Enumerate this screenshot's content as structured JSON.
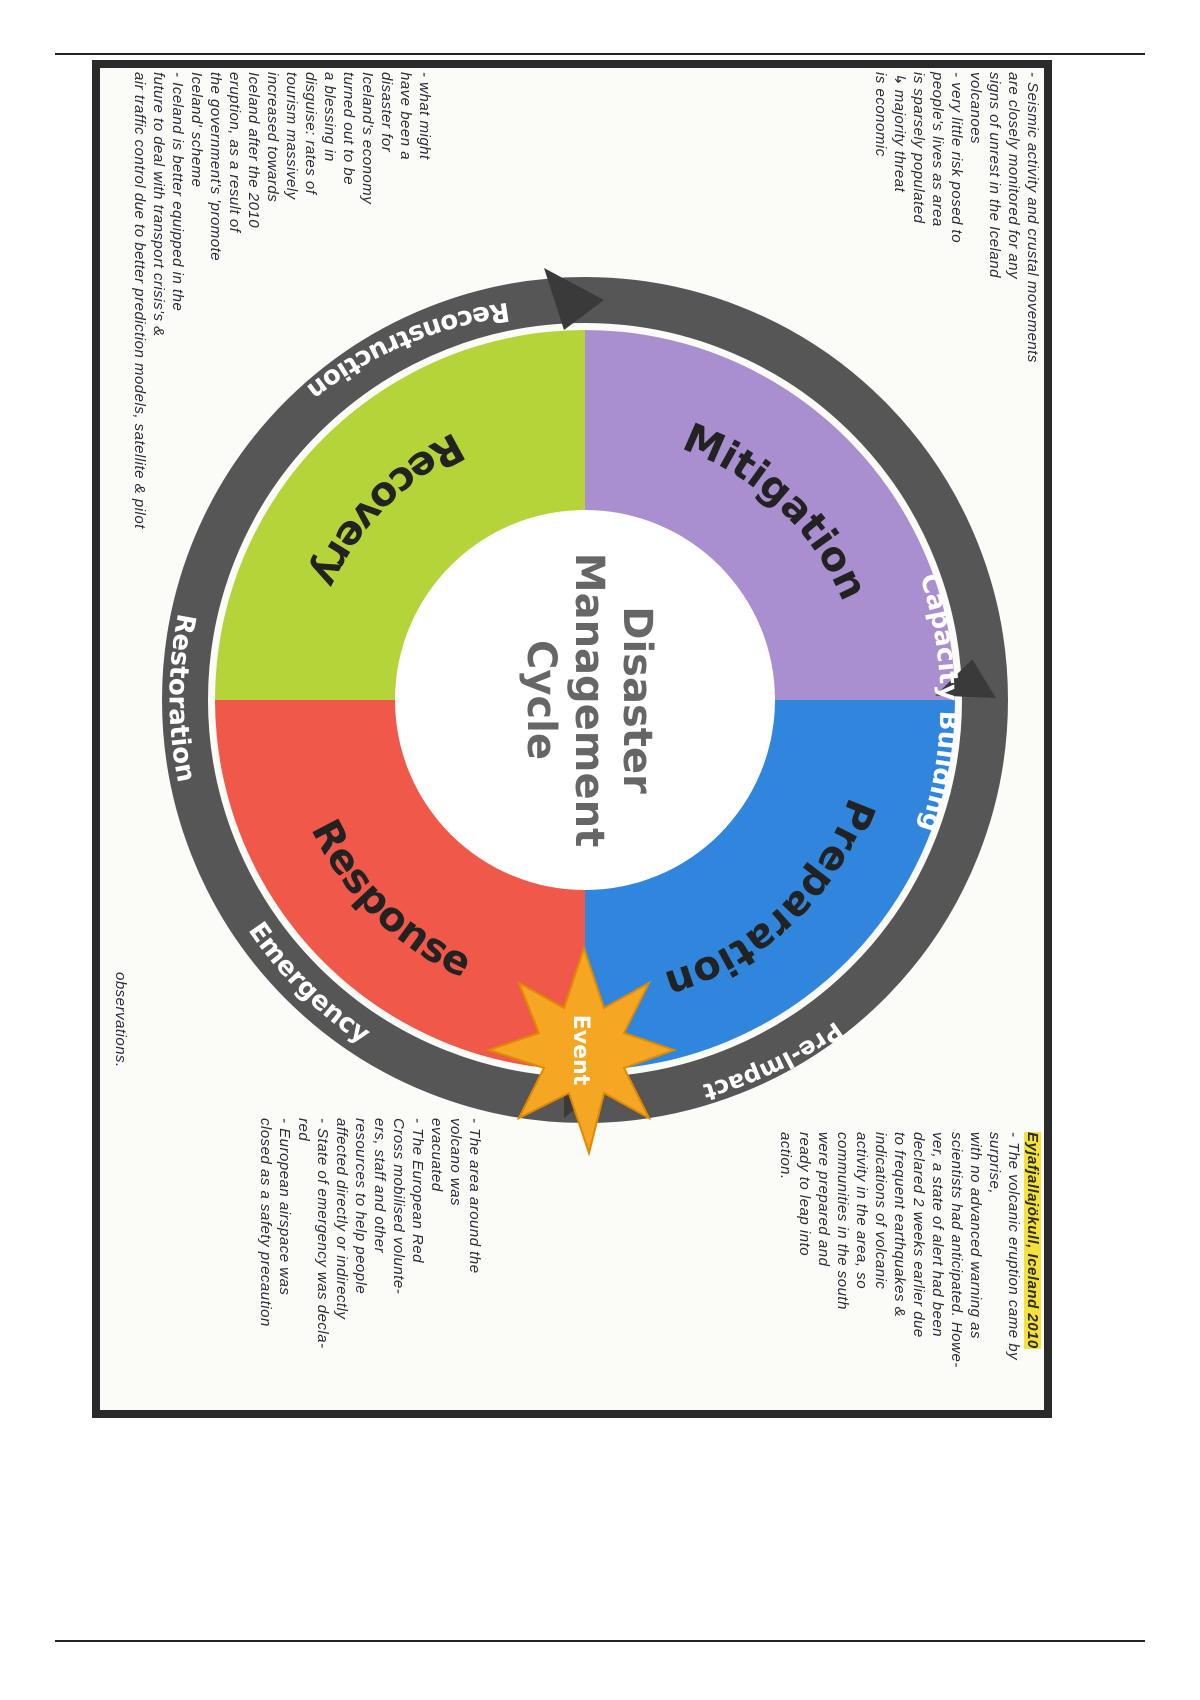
{
  "diagram": {
    "center_title": [
      "Disaster",
      "Management",
      "Cycle"
    ],
    "phases": [
      "Mitigation",
      "Preparation",
      "Response",
      "Recovery"
    ],
    "ring_labels": [
      "Capacity Building",
      "Pre-Impact",
      "Emergency",
      "Restoration",
      "Reconstruction"
    ],
    "event_label": "Event",
    "colors": {
      "mitigation": "#a98fcf",
      "preparation": "#2f86dc",
      "response": "#f0594a",
      "recovery": "#b5d43a",
      "ring": "#565656",
      "event": "#f5a623"
    }
  },
  "notes": {
    "top_left": [
      "- Seismic activity and crustal movements",
      "are closely monitored for any",
      "signs of unrest in the Iceland",
      "volcanoes",
      "- very little risk posed to",
      "people's lives as area",
      "is sparsely populated",
      "↳ majority threat",
      "is economic"
    ],
    "top_right_heading": "Eyjafjallajökull, Iceland 2010",
    "top_right": [
      "- The volcanic eruption came by surprise,",
      "with no advanced warning as",
      "scientists had anticipated. Howe-",
      "ver, a state of alert had been",
      "declared 2 weeks earlier due",
      "to frequent earthquakes &",
      "indications of volcanic",
      "activity in the area, so",
      "communities in the south",
      "were prepared and",
      "ready to leap into",
      "action."
    ],
    "bottom_left": [
      "- what might",
      "have been a",
      "disaster for",
      "Iceland's economy",
      "turned out to be",
      "a blessing in",
      "disguise: rates of",
      "tourism massively",
      "increased towards",
      "Iceland after the 2010",
      "eruption, as a result of",
      "the government's 'promote",
      "Iceland' scheme",
      "- Iceland is better equipped in the",
      "future to deal with transport crisis's &",
      "air traffic control due to better prediction models, satellite & pilot",
      "observations."
    ],
    "bottom_right": [
      "- The area around the",
      "volcano was",
      "evacuated",
      "- The European Red",
      "Cross mobilised volunte-",
      "ers, staff and other",
      "resources to help people",
      "affected directly or indirectly",
      "- State of emergency was decla-",
      "red",
      "- European airspace was",
      "closed as a safety precaution"
    ]
  }
}
